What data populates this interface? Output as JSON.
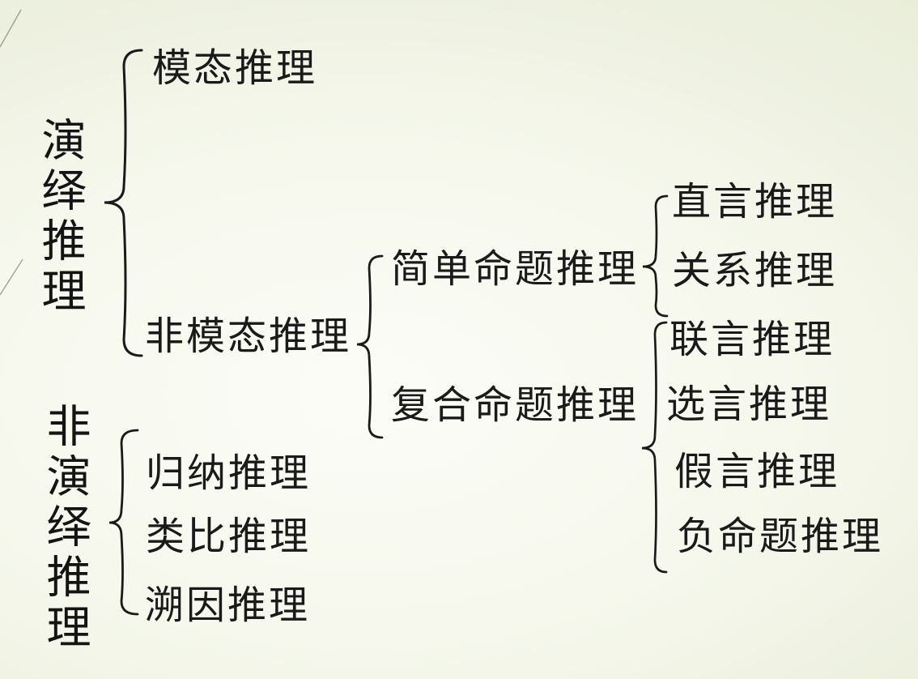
{
  "slide": {
    "background_glow": "#fbfcf6",
    "background_edge": "#e2e8cf",
    "text_color": "#1a1a1a",
    "decor_line_color": "#8f907f"
  },
  "tree": [
    {
      "label": "演绎推理",
      "children": [
        {
          "label": "模态推理"
        },
        {
          "label": "非模态推理",
          "children": [
            {
              "label": "简单命题推理",
              "children": [
                {
                  "label": "直言推理"
                },
                {
                  "label": "关系推理"
                }
              ]
            },
            {
              "label": "复合命题推理",
              "children": [
                {
                  "label": "联言推理"
                },
                {
                  "label": "选言推理"
                },
                {
                  "label": "假言推理"
                },
                {
                  "label": "负命题推理"
                }
              ]
            }
          ]
        }
      ]
    },
    {
      "label": "非演绎推理",
      "children": [
        {
          "label": "归纳推理"
        },
        {
          "label": "类比推理"
        },
        {
          "label": "溯因推理"
        }
      ]
    }
  ]
}
